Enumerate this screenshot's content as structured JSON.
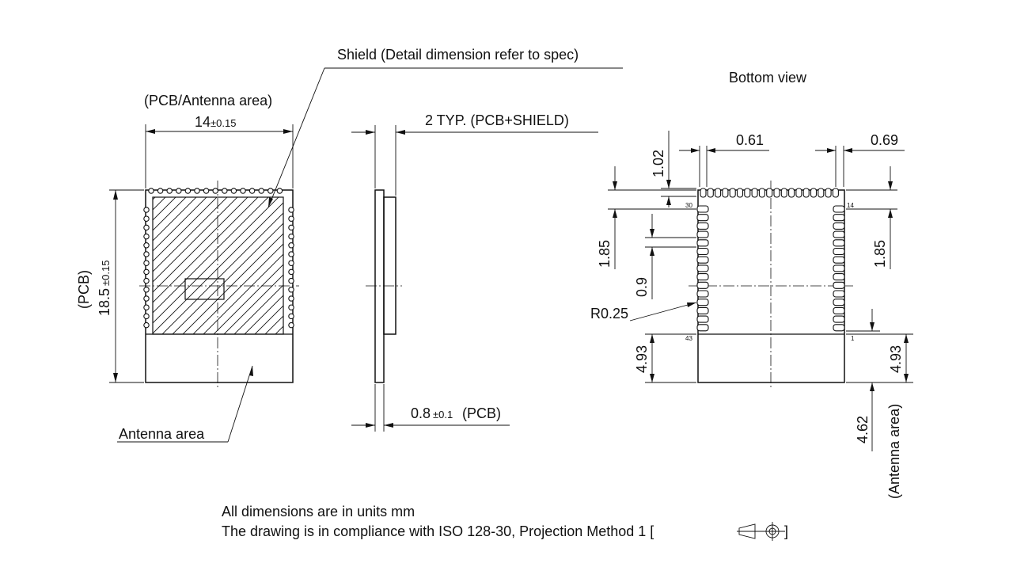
{
  "labels": {
    "shield": "Shield (Detail dimension refer to spec)",
    "pcb_antenna_area": "(PCB/Antenna area)",
    "width_main": "14",
    "width_tol": "±0.15",
    "pcb_label": "(PCB)",
    "height_main": "18.5",
    "height_tol": "±0.15",
    "antenna_area": "Antenna area",
    "typ": "2 TYP. (PCB+SHIELD)",
    "thickness_main": "0.8",
    "thickness_tol": "±0.1",
    "thickness_unit": "(PCB)",
    "bottom_view": "Bottom view",
    "dim_061": "0.61",
    "dim_069": "0.69",
    "dim_102": "1.02",
    "dim_185_left": "1.85",
    "dim_185_right": "1.85",
    "dim_09": "0.9",
    "radius": "R0.25",
    "dim_493_left": "4.93",
    "dim_493_right": "4.93",
    "dim_462": "4.62",
    "antenna_area_paren": "(Antenna area)",
    "pin_30": "30",
    "pin_14": "14",
    "pin_43": "43",
    "pin_1": "1",
    "note_units": "All dimensions are in units mm",
    "note_iso": "The drawing is in compliance with ISO 128-30, Projection Method 1 [",
    "note_iso_end": "]"
  },
  "icons": {
    "projection_symbol": "first-angle-projection-icon"
  }
}
